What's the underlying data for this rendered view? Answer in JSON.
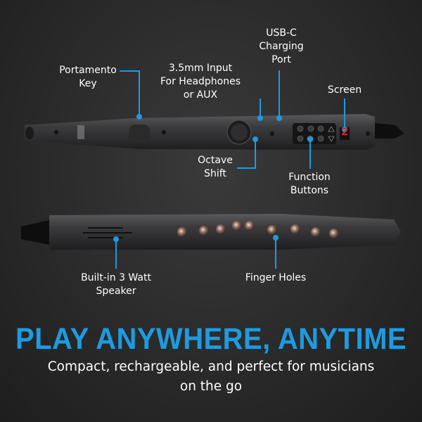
{
  "accent_color": "#1d9be0",
  "callouts": {
    "portamento": [
      "Portamento",
      "Key"
    ],
    "input": [
      "3.5mm Input",
      "For Headphones",
      "or AUX"
    ],
    "usb": [
      "USB-C",
      "Charging",
      "Port"
    ],
    "screen": [
      "Screen"
    ],
    "octave": [
      "Octave",
      "Shift"
    ],
    "function": [
      "Function",
      "Buttons"
    ],
    "speaker": [
      "Built-in 3 Watt",
      "Speaker"
    ],
    "finger": [
      "Finger Holes"
    ]
  },
  "screen_digit": "2",
  "headline": "PLAY ANYWHERE, ANYTIME",
  "subtitle_lines": [
    "Compact, rechargeable, and perfect for musicians",
    "on the go"
  ]
}
